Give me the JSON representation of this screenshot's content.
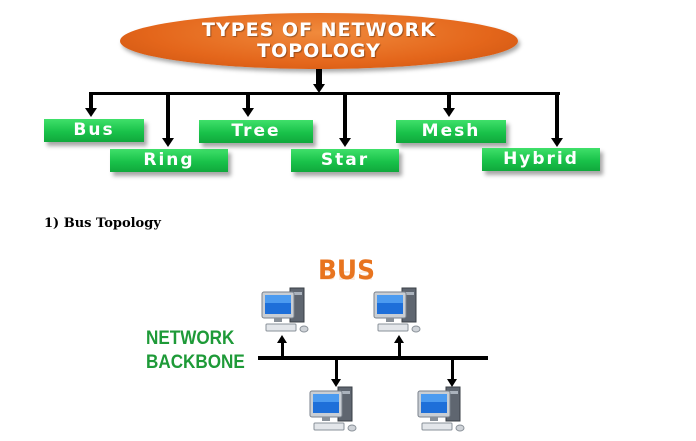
{
  "diagram": {
    "title_line1": "TYPES OF NETWORK",
    "title_line2": "TOPOLOGY",
    "topologies": [
      "Bus",
      "Ring",
      "Tree",
      "Star",
      "Mesh",
      "Hybrid"
    ]
  },
  "section": {
    "heading": "1) Bus Topology"
  },
  "bus_figure": {
    "label": "BUS",
    "backbone_line1": "NETWORK",
    "backbone_line2": "BACKBONE",
    "computer_icon": "desktop-computer-icon"
  },
  "colors": {
    "title_orange": "#e4661b",
    "box_green": "#19c24a",
    "bus_orange": "#e8741f",
    "backbone_green": "#1e9a38"
  }
}
